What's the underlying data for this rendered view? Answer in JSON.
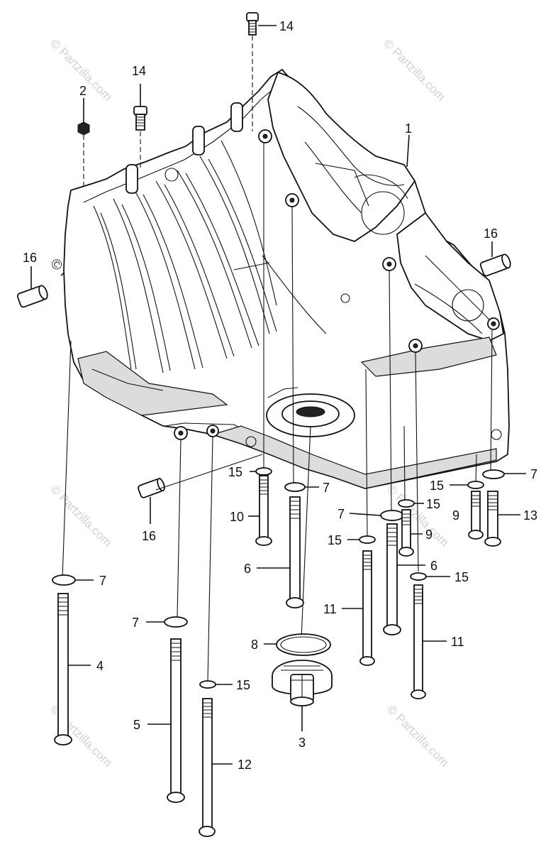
{
  "callouts": [
    {
      "id": "c14a",
      "text": "14"
    },
    {
      "id": "c14b",
      "text": "14"
    },
    {
      "id": "c2",
      "text": "2"
    },
    {
      "id": "c1",
      "text": "1"
    },
    {
      "id": "c16a",
      "text": "16"
    },
    {
      "id": "c16b",
      "text": "16"
    },
    {
      "id": "c16c",
      "text": "16"
    },
    {
      "id": "c15a",
      "text": "15"
    },
    {
      "id": "c7a",
      "text": "7"
    },
    {
      "id": "c10",
      "text": "10"
    },
    {
      "id": "c6a",
      "text": "6"
    },
    {
      "id": "c7b",
      "text": "7"
    },
    {
      "id": "c15b",
      "text": "15"
    },
    {
      "id": "c15c",
      "text": "15"
    },
    {
      "id": "c9a",
      "text": "9"
    },
    {
      "id": "c6b",
      "text": "6"
    },
    {
      "id": "c15d",
      "text": "15"
    },
    {
      "id": "c7c",
      "text": "7"
    },
    {
      "id": "c15e",
      "text": "15"
    },
    {
      "id": "c9b",
      "text": "9"
    },
    {
      "id": "c13",
      "text": "13"
    },
    {
      "id": "c15f",
      "text": "15"
    },
    {
      "id": "c11a",
      "text": "11"
    },
    {
      "id": "c11b",
      "text": "11"
    },
    {
      "id": "c7d",
      "text": "7"
    },
    {
      "id": "c7e",
      "text": "7"
    },
    {
      "id": "c4",
      "text": "4"
    },
    {
      "id": "c8",
      "text": "8"
    },
    {
      "id": "c15g",
      "text": "15"
    },
    {
      "id": "c5",
      "text": "5"
    },
    {
      "id": "c3",
      "text": "3"
    },
    {
      "id": "c12",
      "text": "12"
    }
  ],
  "watermarks": {
    "small": "© Partzilla.com",
    "large": "© Partzilla.com"
  }
}
